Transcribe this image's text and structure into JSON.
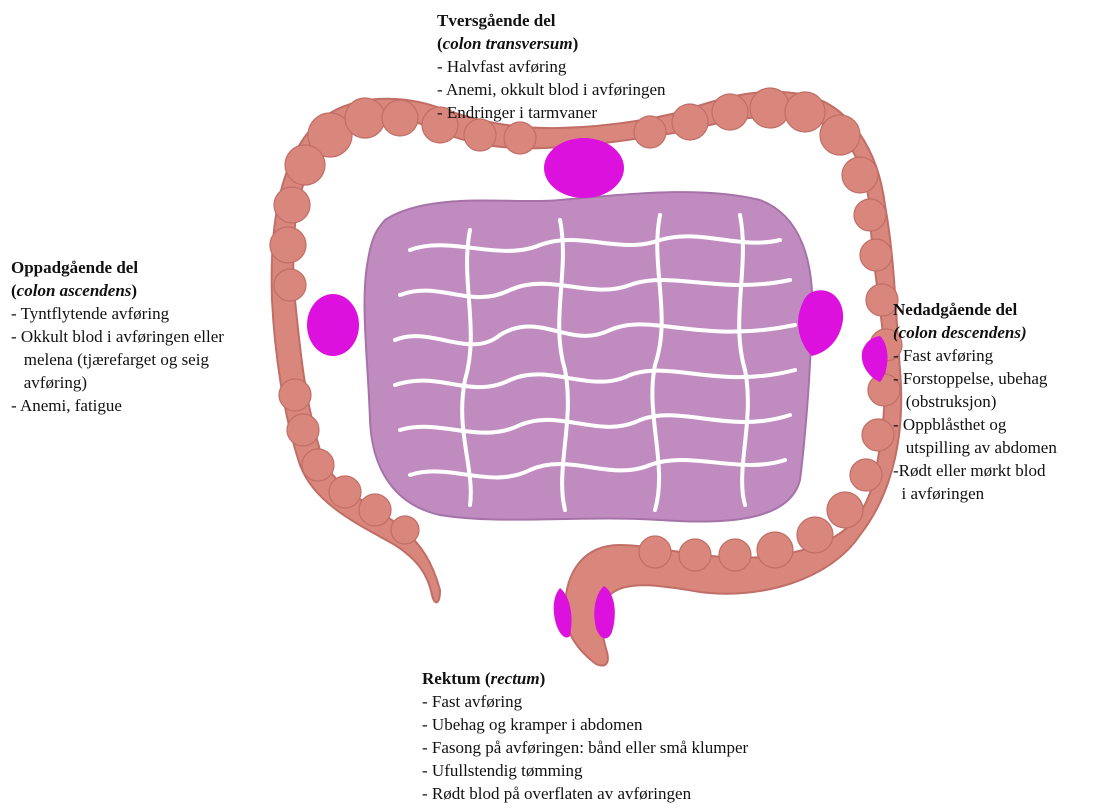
{
  "diagram": {
    "colors": {
      "colon": "#d9877d",
      "colon_shadow": "#c06e66",
      "small_intestine": "#c08cc0",
      "small_intestine_edge": "#a673a8",
      "tumor_marker": "#dd11dd",
      "background": "#ffffff"
    },
    "transverse": {
      "title": "Tversgående del",
      "latin_open": "(",
      "latin": "colon transversum",
      "latin_close": ")",
      "items": [
        "- Halvfast avføring",
        "- Anemi, okkult blod i avføringen",
        "- Endringer i tarmvaner"
      ]
    },
    "ascending": {
      "title": "Oppadgående del",
      "latin_open": "(",
      "latin": "colon ascendens",
      "latin_close": ")",
      "items": [
        "- Tyntflytende avføring",
        "- Okkult blod i avføringen eller",
        "   melena (tjærefarget og seig",
        "   avføring)",
        "- Anemi, fatigue"
      ]
    },
    "descending": {
      "title": "Nedadgående del",
      "latin_line": "(colon descendens)",
      "items": [
        "- Fast avføring",
        "- Forstoppelse, ubehag",
        "   (obstruksjon)",
        "- Oppblåsthet og",
        "   utspilling av abdomen",
        "-Rødt eller mørkt blod",
        "  i avføringen"
      ]
    },
    "rectum": {
      "title": "Rektum",
      "latin_open": " (",
      "latin": "rectum",
      "latin_close": ")",
      "items": [
        "- Fast avføring",
        "- Ubehag og kramper i abdomen",
        "- Fasong på avføringen: bånd eller små klumper",
        "- Ufullstendig tømming",
        "- Rødt blod på overflaten av avføringen"
      ]
    }
  }
}
